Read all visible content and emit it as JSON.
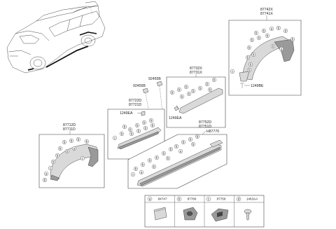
{
  "part_numbers": {
    "fender_rear": "87742X",
    "fender_rear_alt": "87741X",
    "bolt_rear": "1249BE",
    "clip_a": "92455B",
    "clip_b": "92455B",
    "rear_door_1": "87732X",
    "rear_door_2": "87731X",
    "screw_door": "1249EA",
    "front_door_1": "87722D",
    "front_door_2": "87721D",
    "screw_front": "1249EA",
    "sill_1": "87752D",
    "sill_2": "87751D",
    "sill_h": "H87770",
    "fender_front_1": "87712D",
    "fender_front_2": "87711D"
  },
  "callout_letters": {
    "a": "a",
    "b": "b",
    "c": "c",
    "d": "d",
    "e": "e"
  },
  "legend": [
    {
      "letter": "a",
      "part": "84747"
    },
    {
      "letter": "b",
      "part": "87786"
    },
    {
      "letter": "c",
      "part": "87758"
    },
    {
      "letter": "d",
      "part": "1463AA"
    }
  ]
}
